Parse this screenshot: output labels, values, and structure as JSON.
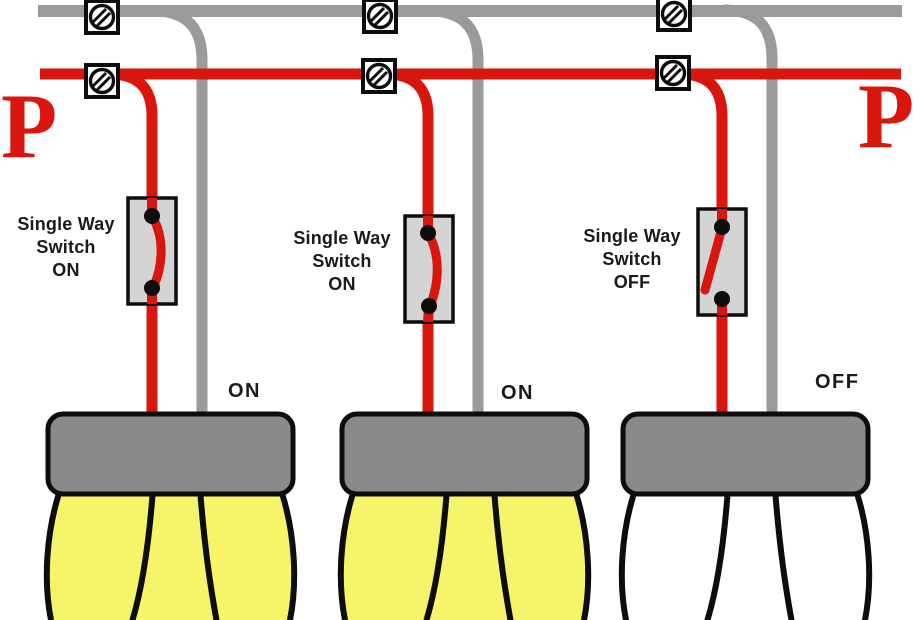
{
  "phase": {
    "left": "P",
    "right": "P"
  },
  "colors": {
    "phase": "#d9160e",
    "neutral": "#9a9a9a",
    "outline": "#0d0d0d",
    "switch_body": "#d4d4d4",
    "lamp_holder": "#8a8a8a",
    "bulb_on": "#f6f469",
    "bulb_off": "#ffffff",
    "label_text": "#1a1a1a"
  },
  "circuits": [
    {
      "switch_label": [
        "Single Way",
        "Switch",
        "ON"
      ],
      "switch_state": "ON",
      "bulb_label": "ON",
      "bulb_lit": true
    },
    {
      "switch_label": [
        "Single Way",
        "Switch",
        "ON"
      ],
      "switch_state": "ON",
      "bulb_label": "ON",
      "bulb_lit": true
    },
    {
      "switch_label": [
        "Single Way",
        "Switch",
        "OFF"
      ],
      "switch_state": "OFF",
      "bulb_label": "OFF",
      "bulb_lit": false
    }
  ]
}
